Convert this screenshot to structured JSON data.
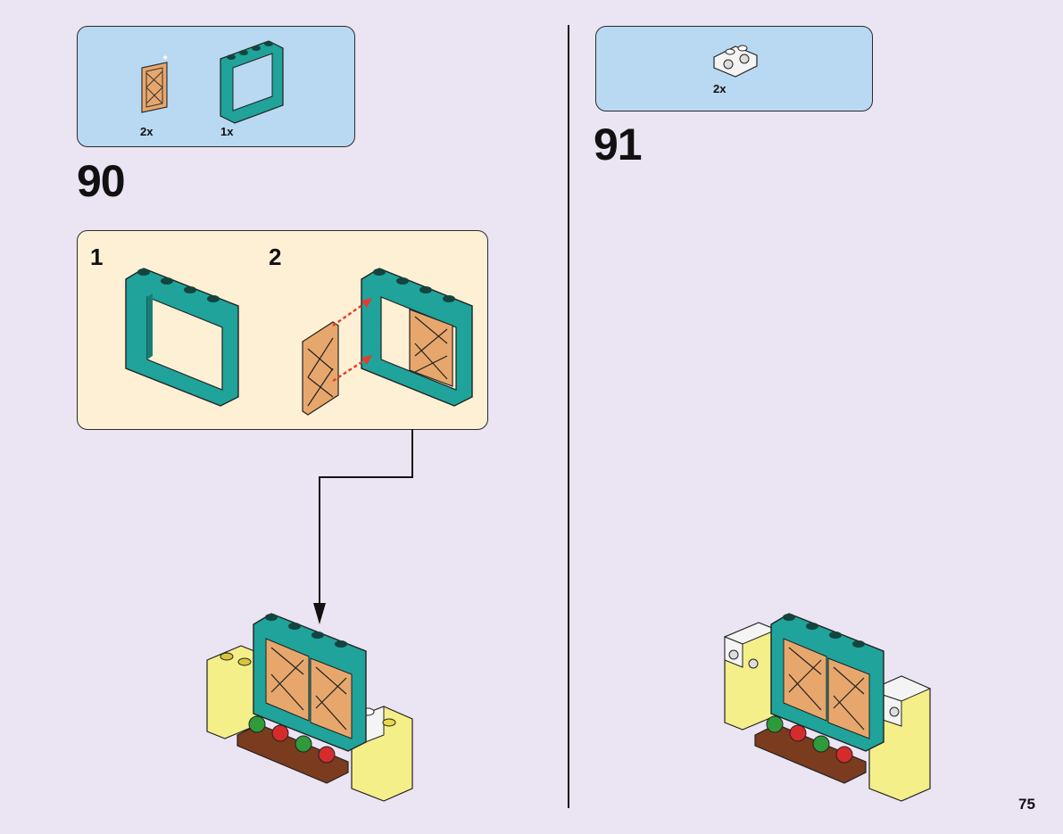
{
  "page": {
    "number": "75"
  },
  "step90": {
    "number": "90",
    "parts": [
      {
        "name": "window-shutter",
        "qty": "2x"
      },
      {
        "name": "window-frame",
        "qty": "1x"
      }
    ],
    "substeps": [
      {
        "label": "1"
      },
      {
        "label": "2"
      }
    ]
  },
  "step91": {
    "number": "91",
    "parts": [
      {
        "name": "bracket-brick-white",
        "qty": "2x"
      }
    ]
  },
  "colors": {
    "background": "#ebe4f2",
    "parts_callout": "#b9d9f2",
    "substep_callout": "#fdf0d4",
    "frame_teal": "#1fa39a",
    "shutter_tan": "#e7a76c",
    "arrow_red": "#e53b2c",
    "plate_brown": "#7a3b1e",
    "brick_yellow": "#f5ef8a",
    "brick_white": "#f4f4f4"
  }
}
